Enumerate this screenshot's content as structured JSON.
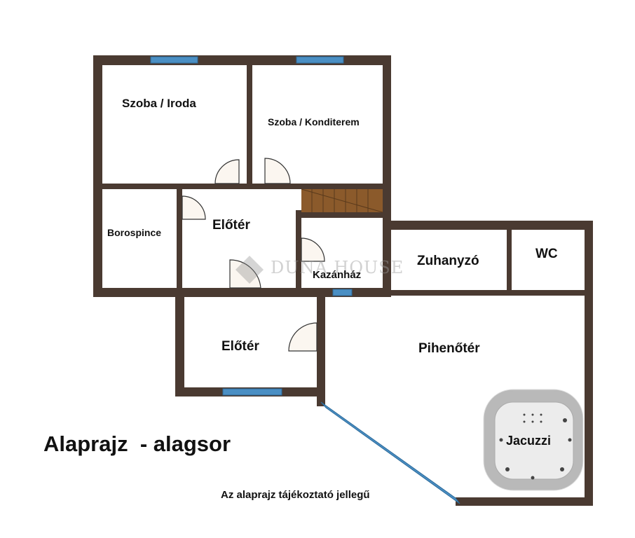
{
  "title": "Alaprajz  - alagsor",
  "note": "Az alaprajz tájékoztató jellegű",
  "watermark": "DUNA HOUSE",
  "rooms": {
    "szoba_iroda": "Szoba / Iroda",
    "szoba_konditerem": "Szoba / Konditerem",
    "borospince": "Borospince",
    "eloter_upper": "Előtér",
    "kazanhaz": "Kazánház",
    "zuhanyzo": "Zuhanyzó",
    "wc": "WC",
    "eloter_lower": "Előtér",
    "pihenoter": "Pihenőtér",
    "jacuzzi": "Jacuzzi"
  },
  "colors": {
    "wall": "#4a3a31",
    "window": "#4a8fc4",
    "stairs": "#8b5a2b",
    "door": "#fbf6f0"
  }
}
